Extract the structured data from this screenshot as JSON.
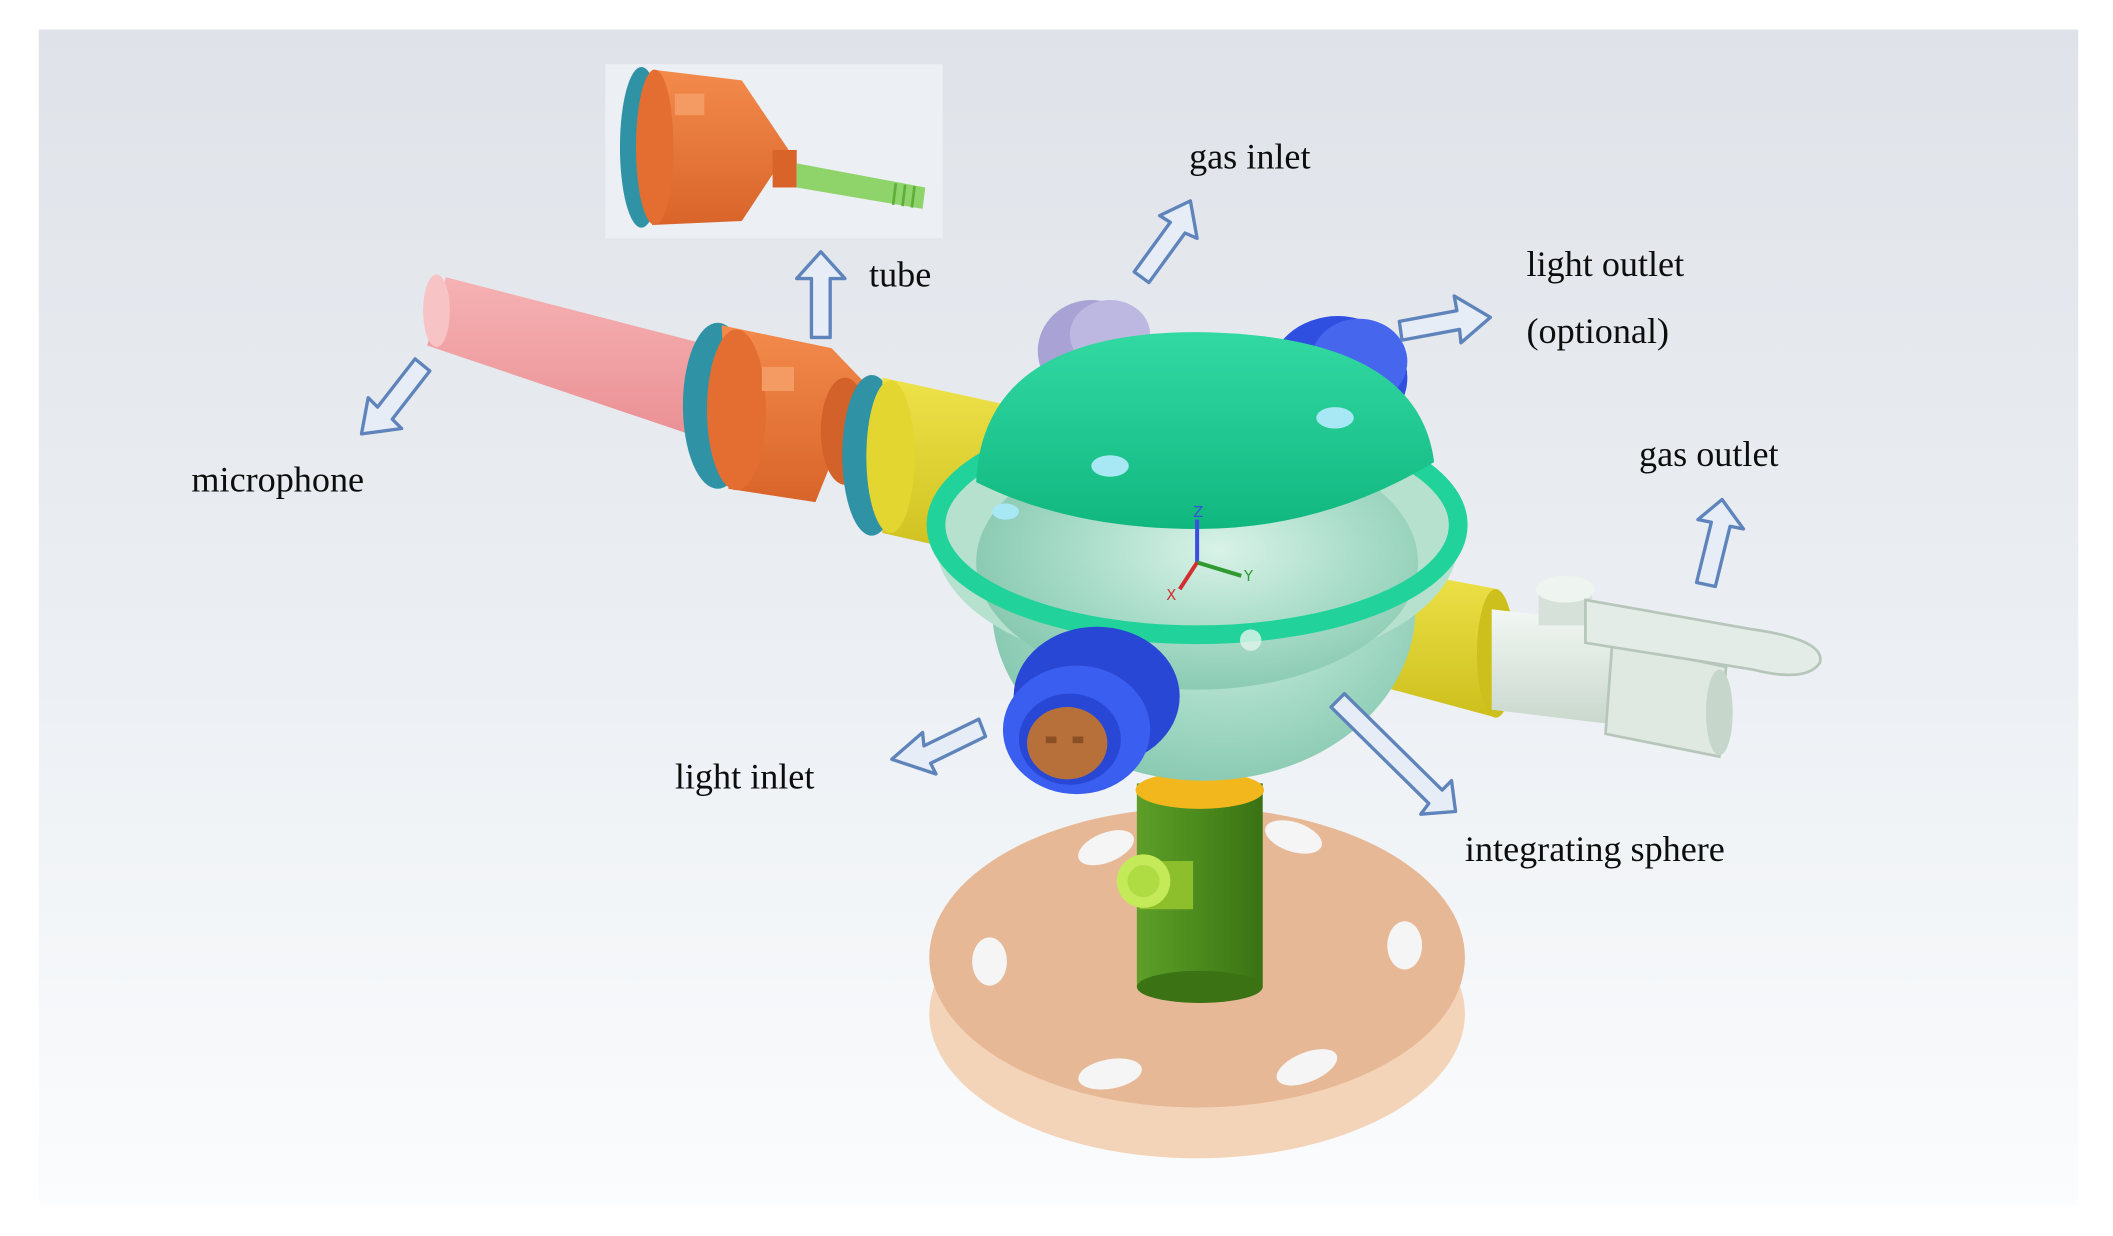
{
  "labels": {
    "gas_inlet": "gas inlet",
    "tube": "tube",
    "light_outlet_line1": "light outlet",
    "light_outlet_line2": "(optional)",
    "gas_outlet": "gas outlet",
    "microphone": "microphone",
    "light_inlet": "light inlet",
    "integrating_sphere": "integrating sphere"
  },
  "axis_labels": {
    "x": "X",
    "y": "Y",
    "z": "Z"
  },
  "colors": {
    "background_top": "#e2e6ec",
    "background_bottom": "#fbfcfd",
    "sphere_upper": "#19c58e",
    "sphere_lower": "#a9dcc9",
    "flange": "#b7e1cf",
    "flange_rim": "#21d39a",
    "cap_blue": "#2f4fe0",
    "cap_purple": "#a8a3d4",
    "yellow_coupler": "#e6d934",
    "orange_tube": "#ef7a3a",
    "teal_ring": "#2f93a5",
    "pink_microphone": "#f3a3a6",
    "green_post": "#4e8e1f",
    "screw": "#b5e24a",
    "base_plate": "#e7b896",
    "valve": "#dfe9e2",
    "arrow_fill": "#e6edf7",
    "arrow_stroke": "#5f84bb",
    "text": "#0d0d0d"
  }
}
